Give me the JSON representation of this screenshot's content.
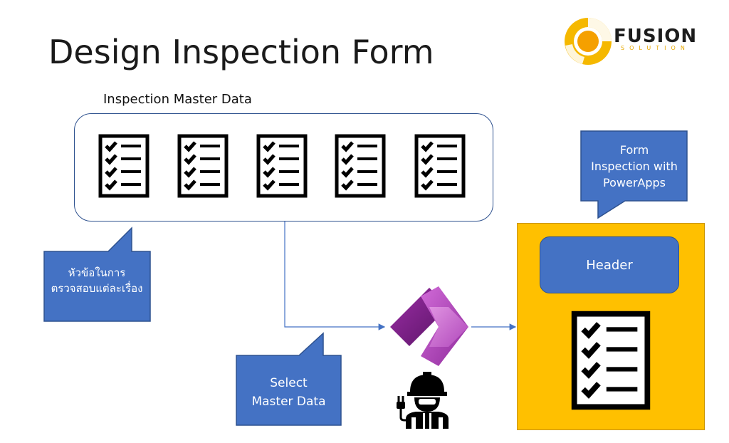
{
  "title": "Design Inspection Form",
  "logo": {
    "name": "FUSION",
    "tagline": "SOLUTION"
  },
  "master": {
    "label": "Inspection Master Data",
    "checklist_count": 5
  },
  "callouts": {
    "topics": {
      "text": "หัวข้อในการ\nตรวจสอบแต่ละเรื่อง"
    },
    "select": {
      "text": "Select\nMaster Data"
    },
    "form": {
      "text": "Form\nInspection with\nPowerApps"
    }
  },
  "form": {
    "header_label": "Header"
  },
  "icons": {
    "checklist": "checklist-icon",
    "powerapps": "powerapps-logo-icon",
    "engineer": "engineer-icon"
  },
  "colors": {
    "callout": "#4472c4",
    "callout_border": "#2f528f",
    "form_panel": "#ffc000",
    "logo_accent": "#f5b800"
  }
}
